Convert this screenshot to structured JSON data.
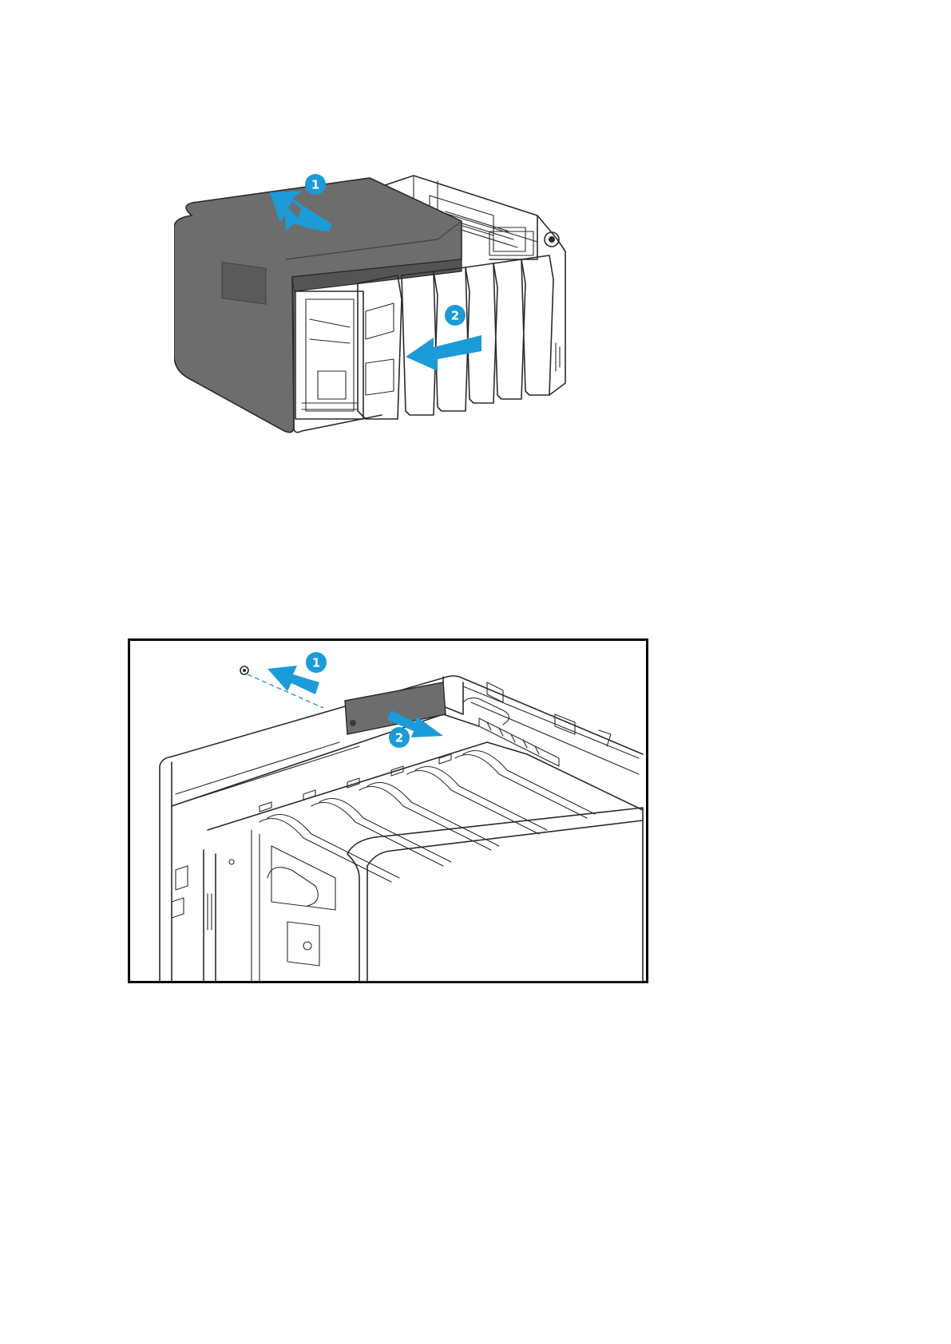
{
  "colors": {
    "accent": "#1b9bd7",
    "cover": "#6d6d6d",
    "cover_dark": "#545454",
    "outline": "#2a2a2a",
    "frame": "#000000"
  },
  "figure_1": {
    "callouts": [
      {
        "label": "1",
        "meaning": "slide-cover-backward"
      },
      {
        "label": "2",
        "meaning": "pull-out-drive-trays"
      }
    ]
  },
  "figure_2": {
    "callouts": [
      {
        "label": "1",
        "meaning": "remove-screw"
      },
      {
        "label": "2",
        "meaning": "remove-bracket"
      }
    ]
  }
}
